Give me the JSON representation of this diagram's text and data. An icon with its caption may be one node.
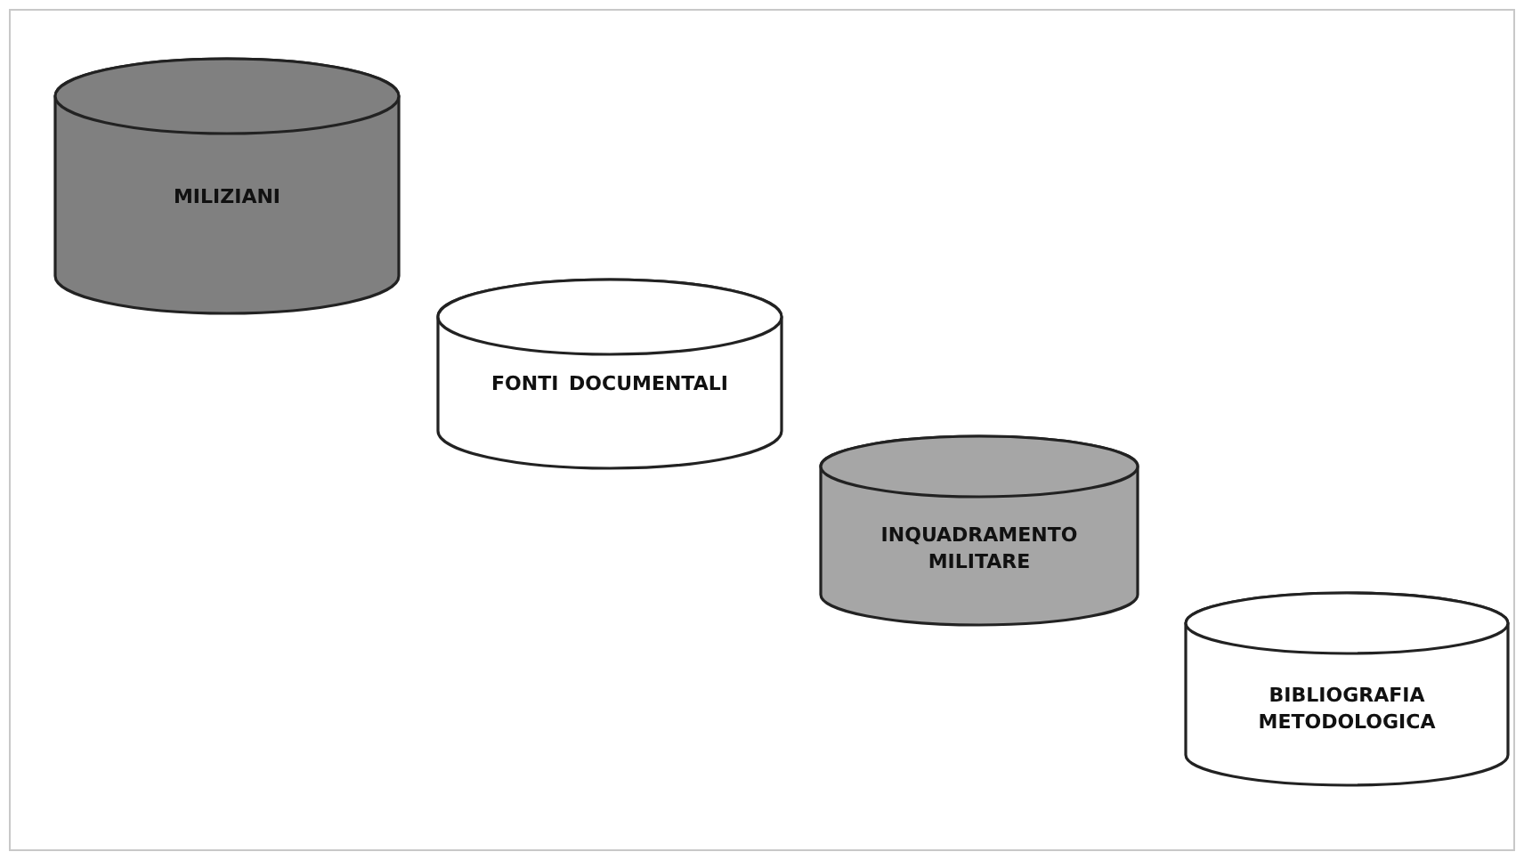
{
  "diagram": {
    "nodes": [
      {
        "text": [
          "MILIZIANI"
        ]
      },
      {
        "text": [
          "FONTI DOCUMENTALI"
        ]
      },
      {
        "text": [
          "INQUADRAMENTO MILITARE"
        ]
      },
      {
        "text": [
          "BIBLIOGRAFIA METODOLOGICA"
        ]
      }
    ]
  }
}
